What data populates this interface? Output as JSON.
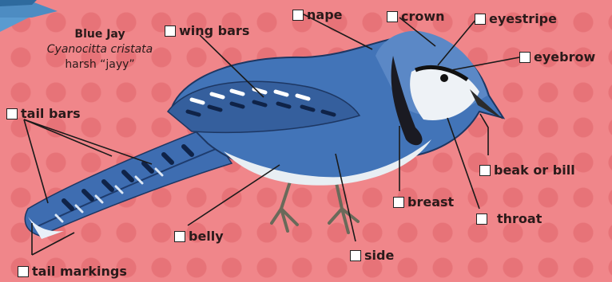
{
  "figure": {
    "title": "Blue Jay",
    "scientific_name": "Cyanocitta cristata",
    "call": "harsh “jayy”"
  },
  "labels": {
    "nape": "nape",
    "crown": "crown",
    "eyestripe": "eyestripe",
    "eyebrow": "eyebrow",
    "wing_bars": "wing bars",
    "tail_bars": "tail bars",
    "beak_or_bill": "beak or bill",
    "breast": "breast",
    "throat": "throat",
    "belly": "belly",
    "side": "side",
    "tail_markings": "tail markings"
  },
  "colors": {
    "background": "#f0868a",
    "background_dots": "#e77378",
    "bird_blue": "#3f6fb4",
    "label_box": "#ffffff"
  },
  "icons": [
    "blue-jay-illustration",
    "checkbox-icon"
  ]
}
